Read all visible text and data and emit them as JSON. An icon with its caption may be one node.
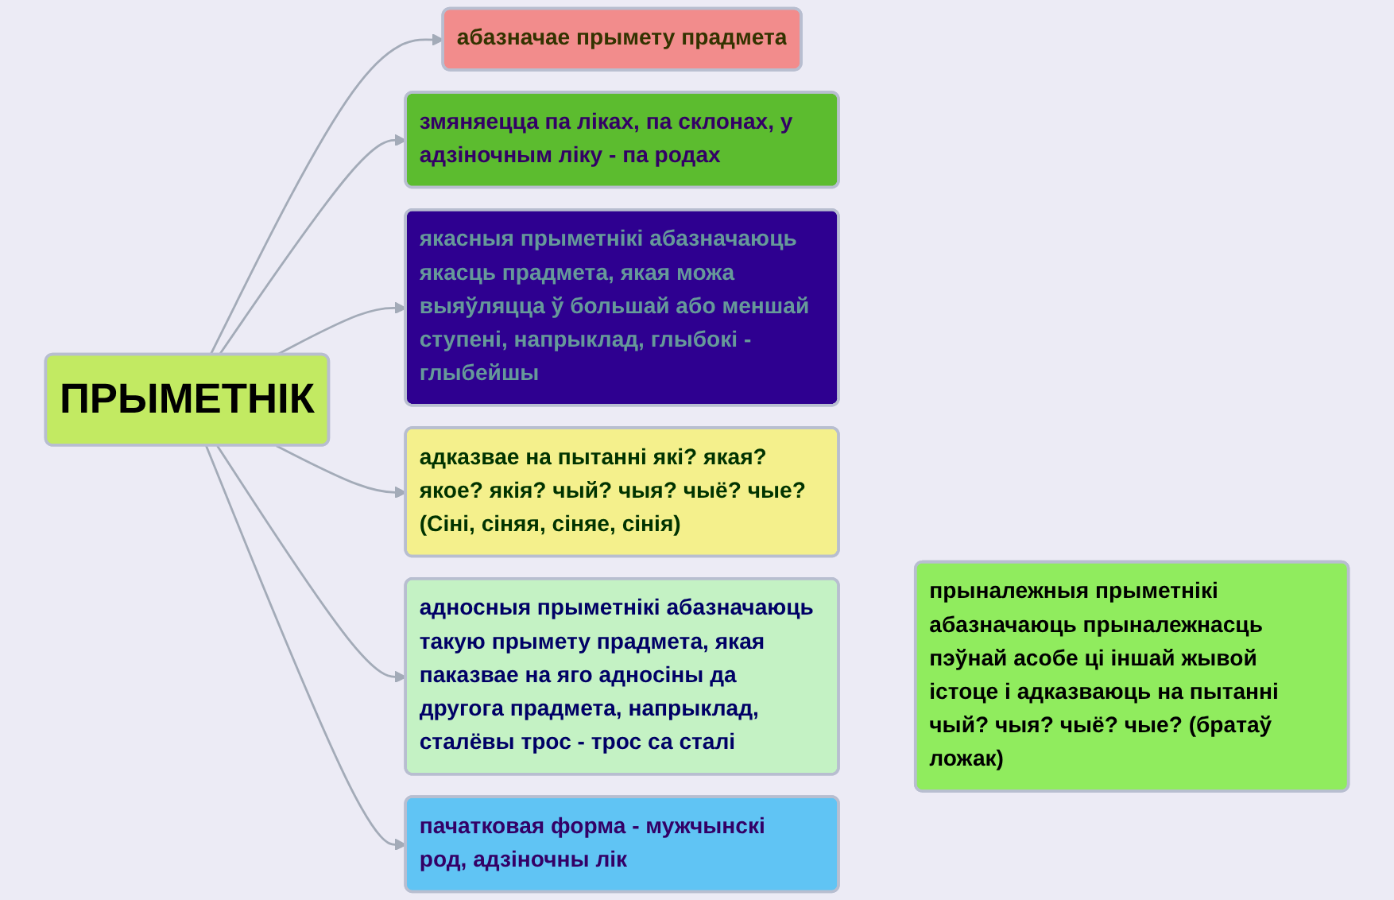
{
  "diagram": {
    "nodes": [
      {
        "text": [
          "ПРЫМЕТНІК"
        ]
      },
      {
        "text": [
          "абазначае прымету прадмета"
        ]
      },
      {
        "text": [
          "змяняецца па ліках, па склонах, у адзіночным ліку - па родах"
        ]
      },
      {
        "text": [
          "якасныя прыметнікі абазначаюць якасць прадмета, якая можа выяўляцца ў большай або меншай ступені, напрыклад, глыбокі - глыбейшы"
        ]
      },
      {
        "text": [
          "адказвае на пытанні які? якая? якое? якія? чый? чыя? чыё? чые? (Сіні, сіняя, сіняе, сінія)"
        ]
      },
      {
        "text": [
          "адносныя прыметнікі абазначаюць такую прымету прадмета, якая паказвае на яго адносіны да другога прадмета, напрыклад, сталёвы трос - трос са сталі"
        ]
      },
      {
        "text": [
          "пачатковая форма - мужчынскі род, адзіночны лік"
        ]
      },
      {
        "text": [
          "прыналежныя прыметнікі абазначаюць прыналежнасць пэўнай асобе ці іншай жывой істоце і адказваюць на пытанні чый? чыя? чыё? чые? (братаў ложак)"
        ]
      }
    ],
    "edges": [
      {
        "from": 0,
        "to": 1,
        "arrow": "to"
      },
      {
        "from": 0,
        "to": 2,
        "arrow": "to"
      },
      {
        "from": 0,
        "to": 3,
        "arrow": "to"
      },
      {
        "from": 0,
        "to": 4,
        "arrow": "to"
      },
      {
        "from": 0,
        "to": 5,
        "arrow": "to"
      },
      {
        "from": 0,
        "to": 6,
        "arrow": "to"
      }
    ]
  }
}
